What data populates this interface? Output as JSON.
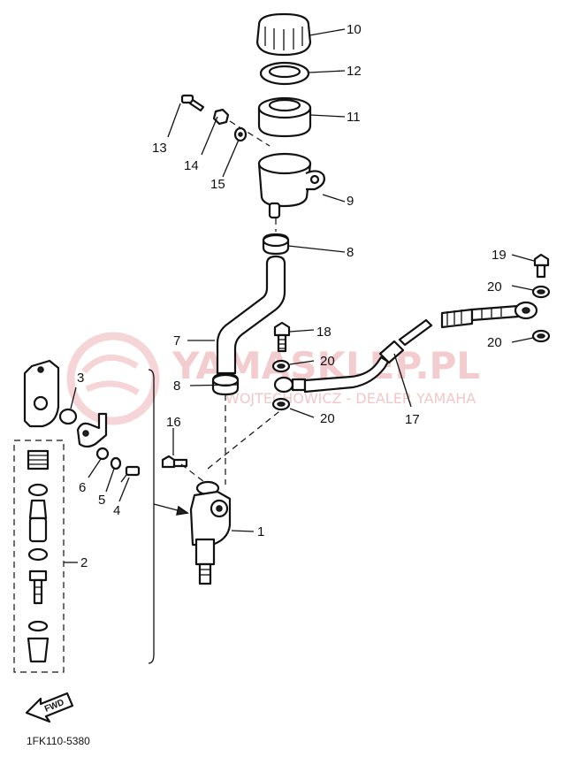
{
  "watermark": {
    "brand": "YAMASKLEP.PL",
    "subtitle": "WOJTECHOWICZ - DEALER YAMAHA"
  },
  "callouts": [
    "1",
    "2",
    "3",
    "4",
    "5",
    "6",
    "7",
    "8",
    "8",
    "9",
    "10",
    "11",
    "12",
    "13",
    "14",
    "15",
    "16",
    "17",
    "18",
    "19",
    "20",
    "20",
    "20",
    "20"
  ],
  "direction_label": "FWD",
  "diagram_code": "1FK110-5380",
  "colors": {
    "ink": "#111111",
    "watermark": "#e9a3a8"
  }
}
